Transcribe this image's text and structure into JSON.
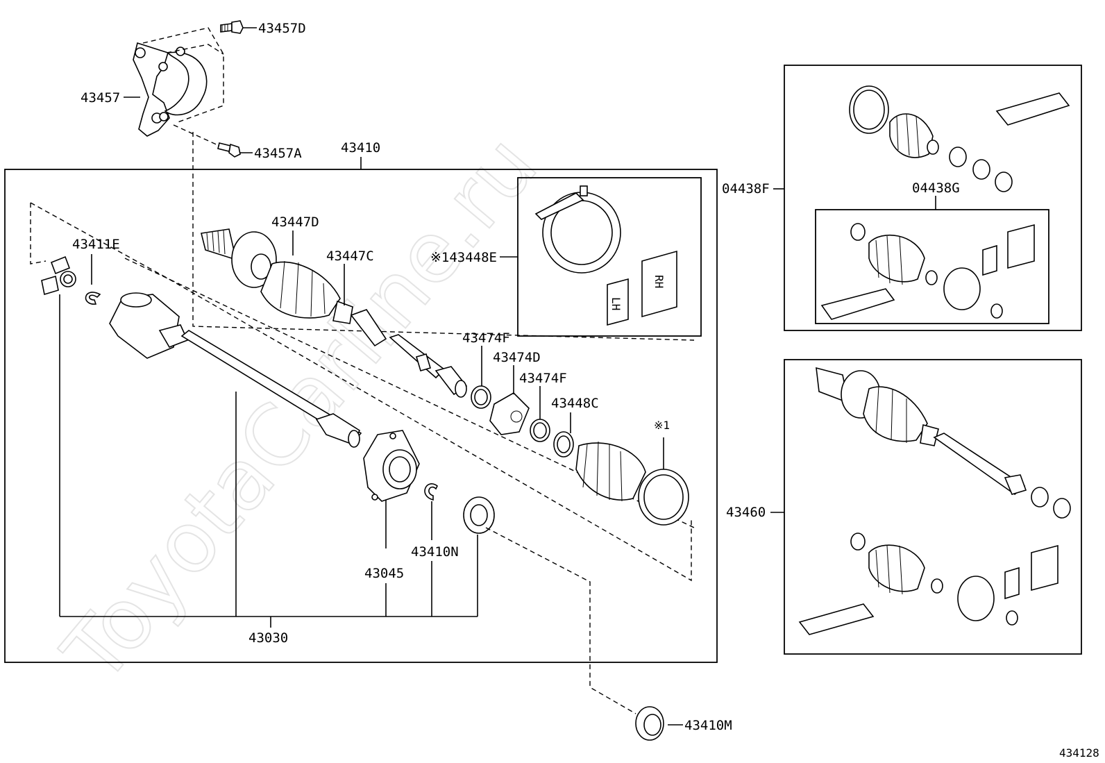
{
  "watermark": "ToyotaCarline.ru",
  "diagram_id": "434128",
  "labels": {
    "p43457D": "43457D",
    "p43457": "43457",
    "p43457A": "43457A",
    "p43410": "43410",
    "p43411E": "43411E",
    "p43447D": "43447D",
    "p43447C": "43447C",
    "p43448E": "※143448E",
    "p43474F_a": "43474F",
    "p43474D": "43474D",
    "p43474F_b": "43474F",
    "p43448C": "43448C",
    "note1": "※1",
    "p43045": "43045",
    "p43410N": "43410N",
    "p43030": "43030",
    "p43410M": "43410M",
    "p04438F": "04438F",
    "p04438G": "04438G",
    "p43460": "43460"
  },
  "tag_text": {
    "lh": "LH",
    "rh": "RH"
  }
}
